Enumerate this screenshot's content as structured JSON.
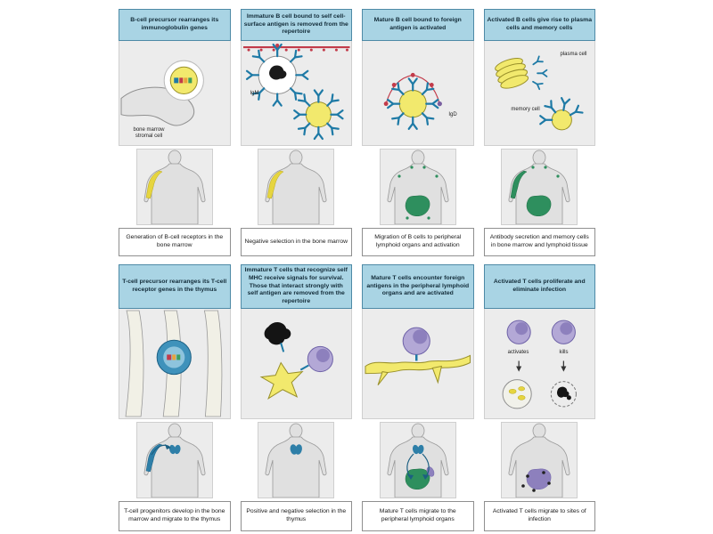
{
  "colors": {
    "header_bg": "#a9d4e4",
    "panel_bg": "#ececec",
    "cell_yellow": "#f2e96d",
    "receptor_blue": "#1e7aa6",
    "t_cell_purple": "#b3a8d6",
    "lymphoid_green": "#2e8f5e",
    "antigen_red": "#c23b4a",
    "bone_marrow_yellow": "#e6d53f",
    "thymus_blue": "#2e7fa8"
  },
  "b_row": {
    "panels": [
      {
        "header": "B-cell precursor rearranges its immunoglobulin genes",
        "caption": "Generation of B-cell receptors in the bone marrow",
        "labels": {
          "stromal": "bone marrow stromal cell"
        }
      },
      {
        "header": "Immature B cell bound to self cell-surface antigen is removed from the repertoire",
        "caption": "Negative selection in the bone marrow",
        "labels": {
          "igm": "IgM"
        }
      },
      {
        "header": "Mature B cell bound to foreign antigen is activated",
        "caption": "Migration of B cells to peripheral lymphoid organs and activation",
        "labels": {
          "igd": "IgD"
        }
      },
      {
        "header": "Activated B cells give rise to plasma cells and memory cells",
        "caption": "Antibody secretion and memory cells in bone marrow and lymphoid tissue",
        "labels": {
          "plasma": "plasma cell",
          "memory": "memory cell"
        }
      }
    ]
  },
  "t_row": {
    "panels": [
      {
        "header": "T-cell precursor rearranges its T-cell receptor genes in the thymus",
        "caption": "T-cell progenitors develop in the bone marrow and migrate to the thymus"
      },
      {
        "header": "Immature T cells that recognize self MHC receive signals for survival. Those that interact strongly with self antigen are removed from the repertoire",
        "caption": "Positive and negative selection in the thymus"
      },
      {
        "header": "Mature T cells encounter foreign antigens in the peripheral lymphoid organs and are activated",
        "caption": "Mature T cells migrate to the peripheral lymphoid organs"
      },
      {
        "header": "Activated T cells proliferate and eliminate infection",
        "caption": "Activated T cells migrate to sites of infection",
        "labels": {
          "activates": "activates",
          "kills": "kills"
        }
      }
    ]
  }
}
